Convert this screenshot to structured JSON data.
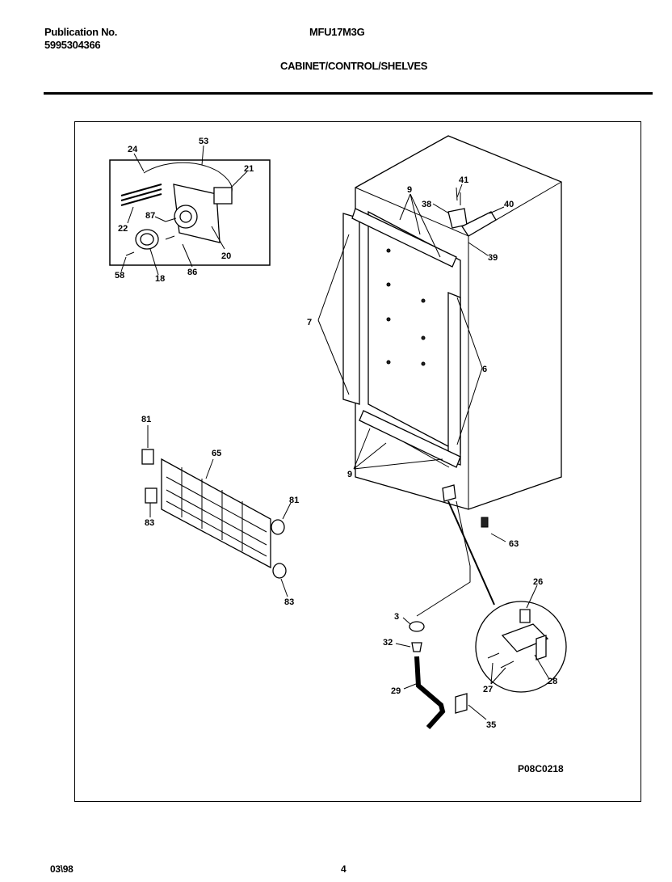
{
  "header": {
    "pub_label": "Publication No.",
    "pub_number": "5995304366",
    "model": "MFU17M3G",
    "section_title": "CABINET/CONTROL/SHELVES"
  },
  "diagram": {
    "code": "P08C0218",
    "callouts": {
      "c24": "24",
      "c53": "53",
      "c21": "21",
      "c22": "22",
      "c87": "87",
      "c20": "20",
      "c58": "58",
      "c18": "18",
      "c86": "86",
      "c9a": "9",
      "c41": "41",
      "c38": "38",
      "c40": "40",
      "c39": "39",
      "c7": "7",
      "c6": "6",
      "c9b": "9",
      "c81a": "81",
      "c65": "65",
      "c83a": "83",
      "c81b": "81",
      "c83b": "83",
      "c63": "63",
      "c26": "26",
      "c3": "3",
      "c32": "32",
      "c29": "29",
      "c27": "27",
      "c28": "28",
      "c35": "35"
    }
  },
  "footer": {
    "date": "03\\98",
    "page": "4"
  }
}
